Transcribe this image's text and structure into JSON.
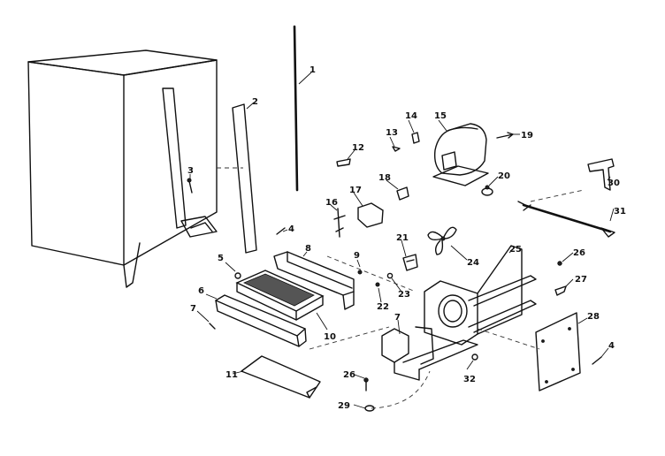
{
  "callouts": [
    {
      "id": "c1",
      "text": "1"
    },
    {
      "id": "c2",
      "text": "2"
    },
    {
      "id": "c3",
      "text": "3"
    },
    {
      "id": "c4a",
      "text": "4"
    },
    {
      "id": "c4b",
      "text": "4"
    },
    {
      "id": "c5",
      "text": "5"
    },
    {
      "id": "c6",
      "text": "6"
    },
    {
      "id": "c7a",
      "text": "7"
    },
    {
      "id": "c7b",
      "text": "7"
    },
    {
      "id": "c8",
      "text": "8"
    },
    {
      "id": "c9",
      "text": "9"
    },
    {
      "id": "c10",
      "text": "10"
    },
    {
      "id": "c11",
      "text": "11"
    },
    {
      "id": "c12",
      "text": "12"
    },
    {
      "id": "c13",
      "text": "13"
    },
    {
      "id": "c14",
      "text": "14"
    },
    {
      "id": "c15",
      "text": "15"
    },
    {
      "id": "c16",
      "text": "16"
    },
    {
      "id": "c17",
      "text": "17"
    },
    {
      "id": "c18",
      "text": "18"
    },
    {
      "id": "c19",
      "text": "19"
    },
    {
      "id": "c20",
      "text": "20"
    },
    {
      "id": "c21",
      "text": "21"
    },
    {
      "id": "c22",
      "text": "22"
    },
    {
      "id": "c23",
      "text": "23"
    },
    {
      "id": "c24",
      "text": "24"
    },
    {
      "id": "c25",
      "text": "25"
    },
    {
      "id": "c26a",
      "text": "26"
    },
    {
      "id": "c26b",
      "text": "26"
    },
    {
      "id": "c27",
      "text": "27"
    },
    {
      "id": "c28",
      "text": "28"
    },
    {
      "id": "c29",
      "text": "29"
    },
    {
      "id": "c30",
      "text": "30"
    },
    {
      "id": "c31",
      "text": "31"
    },
    {
      "id": "c32",
      "text": "32"
    }
  ]
}
